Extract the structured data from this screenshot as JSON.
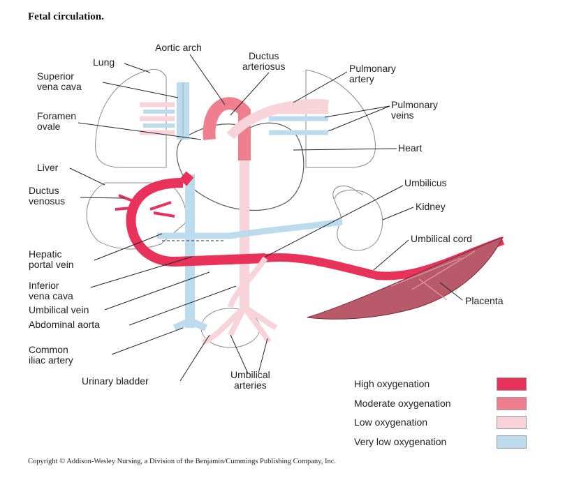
{
  "title": "Fetal circulation.",
  "labels": {
    "lung": "Lung",
    "superior_vena_cava": "Superior\nvena cava",
    "foramen_ovale": "Foramen\novale",
    "liver": "Liver",
    "ductus_venosus": "Ductus\nvenosus",
    "hepatic_portal_vein": "Hepatic\nportal vein",
    "inferior_vena_cava": "Inferior\nvena cava",
    "umbilical_vein": "Umbilical vein",
    "abdominal_aorta": "Abdominal aorta",
    "common_iliac_artery": "Common\niliac artery",
    "urinary_bladder": "Urinary bladder",
    "umbilical_arteries": "Umbilical\narteries",
    "aortic_arch": "Aortic arch",
    "ductus_arteriosus": "Ductus\narteriosus",
    "pulmonary_artery": "Pulmonary\nartery",
    "pulmonary_veins": "Pulmonary\nveins",
    "heart": "Heart",
    "umbilicus": "Umbilicus",
    "kidney": "Kidney",
    "umbilical_cord": "Umbilical cord",
    "placenta": "Placenta"
  },
  "legend": [
    {
      "label": "High oxygenation",
      "color": "#e8325a"
    },
    {
      "label": "Moderate oxygenation",
      "color": "#ef7f8f"
    },
    {
      "label": "Low oxygenation",
      "color": "#f8d3da"
    },
    {
      "label": "Very low oxygenation",
      "color": "#bcdcee"
    }
  ],
  "copyright": "Copyright © Addison-Wesley Nursing, a Division of the Benjamin/Cummings Publishing Company, Inc."
}
